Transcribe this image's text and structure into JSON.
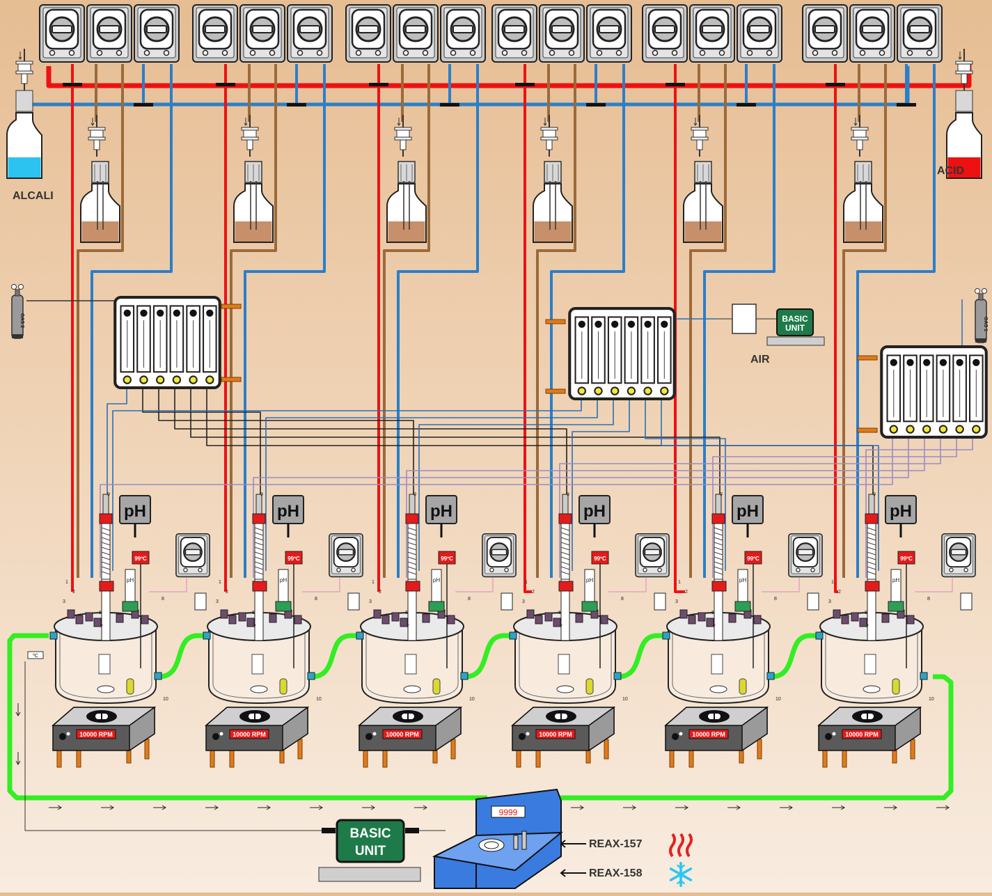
{
  "labels": {
    "alcali": "ALCALI",
    "acid": "ACID",
    "air": "AIR",
    "reax157": "REAX-157",
    "reax158": "REAX-158"
  },
  "basic_unit": {
    "line1": "BASIC",
    "line2": "UNIT"
  },
  "gas_cylinders": [
    {
      "label": "GAS 2"
    },
    {
      "label": "GAS 1"
    }
  ],
  "reactor": {
    "ph_label": "pH",
    "temperature": "99ºC",
    "stirrer_display": "10000 RPM",
    "port_numbers": [
      "1",
      "2",
      "3",
      "6",
      "7",
      "8",
      "9",
      "10"
    ]
  },
  "reactor_count": 6,
  "pump_bank_count": 6,
  "circulator_display": "9999",
  "temperature_sensor_label": "ºC",
  "colors": {
    "acid_line": "#ee1111",
    "alkali_line": "#2a7fc9",
    "feed_line": "#9b6a3a",
    "gas_line": "#2b6fb8",
    "recirculation": "#33ee22",
    "basic_unit": "#1f7a4a",
    "circulator": "#3a7be0",
    "heat_icon": "#e32020",
    "cool_icon": "#29c8f2"
  },
  "icons": [
    "heat-waves-icon",
    "snowflake-icon"
  ]
}
